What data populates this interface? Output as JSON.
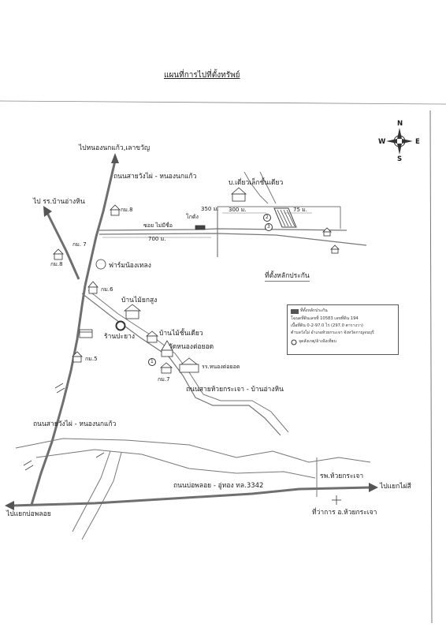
{
  "title": "แผนที่การไปที่ตั้งทรัพย์",
  "compass": {
    "n": "N",
    "s": "S",
    "e": "E",
    "w": "W"
  },
  "labels": {
    "to_nong_nok_kaeo": "ไปหนองนกแก้ว,เลาขวัญ",
    "road_wang_pai_nong_nok_kaeo_top": "ถนนสายวังไผ่ - หนองนกแก้ว",
    "ban_diew_lek": "บ.เดี่ยวเล็กชั้นเดียว",
    "to_rr_ban_ang_hin": "ไป รร.บ้านอ่างหิน",
    "km8_a": "กม.8",
    "dist_350": "350 ม.",
    "godang": "โกดัง",
    "dist_300": "300 ม.",
    "dist_75": "75 ม.",
    "soi_mai_mi_chue": "ซอย ไม่มีชื่อ",
    "dist_700": "700 ม.",
    "km7_a": "กม. 7",
    "km8_b": "กม.8",
    "farm_nong_thalong": "ฟาร์มน้องเทลง",
    "km6": "กม.6",
    "marker": "ที่ตั้งหลักประกัน",
    "ban_mai_yok": "บ้านไม้ยกสูง",
    "ran_pa_yang": "ร้านปะยาง",
    "ban_mai_chan_diew": "บ้านไม้ชั้นเดียว",
    "wat_nong_to_yot": "วัดหนองต่อยอด",
    "km5": "กม.5",
    "school_nong_to_yot": "รร.หนองต่อยอด",
    "km7_b": "กม.7",
    "road_huai_krachao_ban_ang_hin": "ถนนสายห้วยกระเจา - บ้านอ่างหิน",
    "road_wang_pai_nong_nok_kaeo_bottom": "ถนนสายวังไผ่ - หนองนกแก้ว",
    "road_bo_phloi": "ถนนบ่อพลอย - อู่ทอง ทล.3342",
    "hospital": "รพ.ห้วยกระเจา",
    "to_yaek_lai_si": "ไปแยกไผ่สี",
    "to_yaek_bo_phloi": "ไปแยกบ่อพลอย",
    "district_office": "ที่ว่าการ อ.ห้วยกระเจา"
  },
  "legend": {
    "row1": "ที่ตั้งหลักประกัน",
    "row2": "โฉนดที่ดินเลขที่ 10583 เลขที่ดิน 194",
    "row3": "เนื้อที่ดิน 0-2-97.0 ไร่ (297.0 ตารางวา)",
    "row4": "ตำบลวังไผ่ อำเภอห้วยกระเจา จังหวัดกาญจนบุรี",
    "row5": "จุดสังเกตุ/อ้างอิงเทียบ"
  },
  "markers": {
    "m1": "1",
    "m2": "2",
    "m3": "3"
  },
  "colors": {
    "road": "#6f6f6f",
    "arrow": "#555555",
    "ink": "#1a1a1a"
  }
}
